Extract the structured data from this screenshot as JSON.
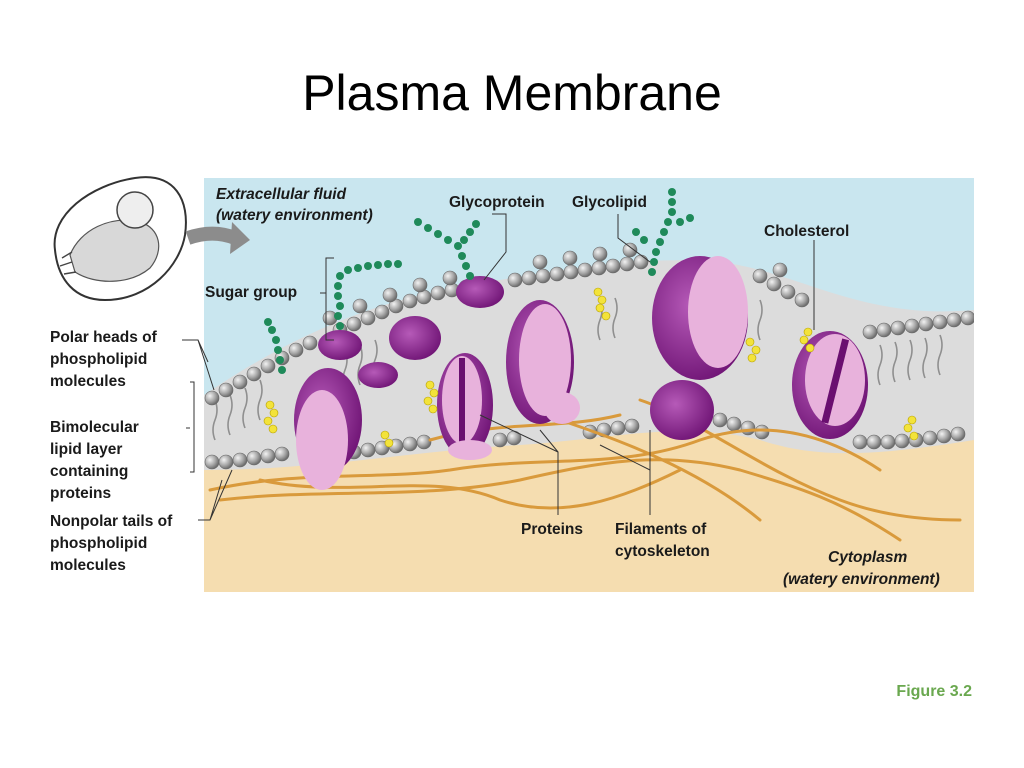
{
  "slide": {
    "title": "Plasma Membrane",
    "figure_ref": "Figure 3.2"
  },
  "diagram": {
    "labels": {
      "extracellular_1": "Extracellular fluid",
      "extracellular_2": "(watery environment)",
      "glycoprotein": "Glycoprotein",
      "glycolipid": "Glycolipid",
      "cholesterol": "Cholesterol",
      "sugar_group": "Sugar group",
      "polar_heads_1": "Polar heads of",
      "polar_heads_2": "phospholipid",
      "polar_heads_3": "molecules",
      "bimolecular_1": "Bimolecular",
      "bimolecular_2": "lipid layer",
      "bimolecular_3": "containing",
      "bimolecular_4": "proteins",
      "nonpolar_1": "Nonpolar tails of",
      "nonpolar_2": "phospholipid",
      "nonpolar_3": "molecules",
      "proteins": "Proteins",
      "filaments_1": "Filaments of",
      "filaments_2": "cytoskeleton",
      "cytoplasm_1": "Cytoplasm",
      "cytoplasm_2": "(watery environment)"
    },
    "colors": {
      "extracellular": "#c9e6ef",
      "cytoplasm": "#f5ddb0",
      "protein_dark": "#7a1a7f",
      "protein_light": "#e8b2dc",
      "lipid_head": "#a9a9a9",
      "sugar": "#1f8a5a",
      "cholesterol": "#f3e33a",
      "filament": "#d99a3c"
    }
  }
}
